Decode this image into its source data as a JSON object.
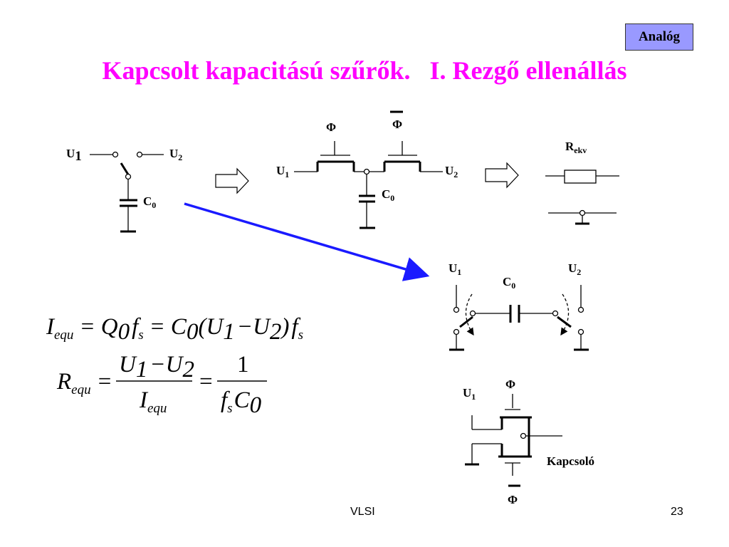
{
  "badge": "Analóg",
  "title": "Kapcsolt kapacitású szűrők.   I. Rezgő ellenállás",
  "labels": {
    "u": "U",
    "one": "1",
    "two": "2",
    "c": "C",
    "zero": "0",
    "phi": "Φ",
    "r": "R",
    "ekv": "ekv",
    "kapcsolo": "Kapcsoló"
  },
  "equations": {
    "I": "I",
    "equ": "equ",
    "eq": "=",
    "Q": "Q",
    "f": "f",
    "s": "s",
    "C": "C",
    "lp": "(",
    "rp": ")",
    "U": "U",
    "minus": "−",
    "R": "R",
    "one": "1",
    "two": "2",
    "zero": "0"
  },
  "footer": {
    "center": "VLSI",
    "page": "23"
  }
}
